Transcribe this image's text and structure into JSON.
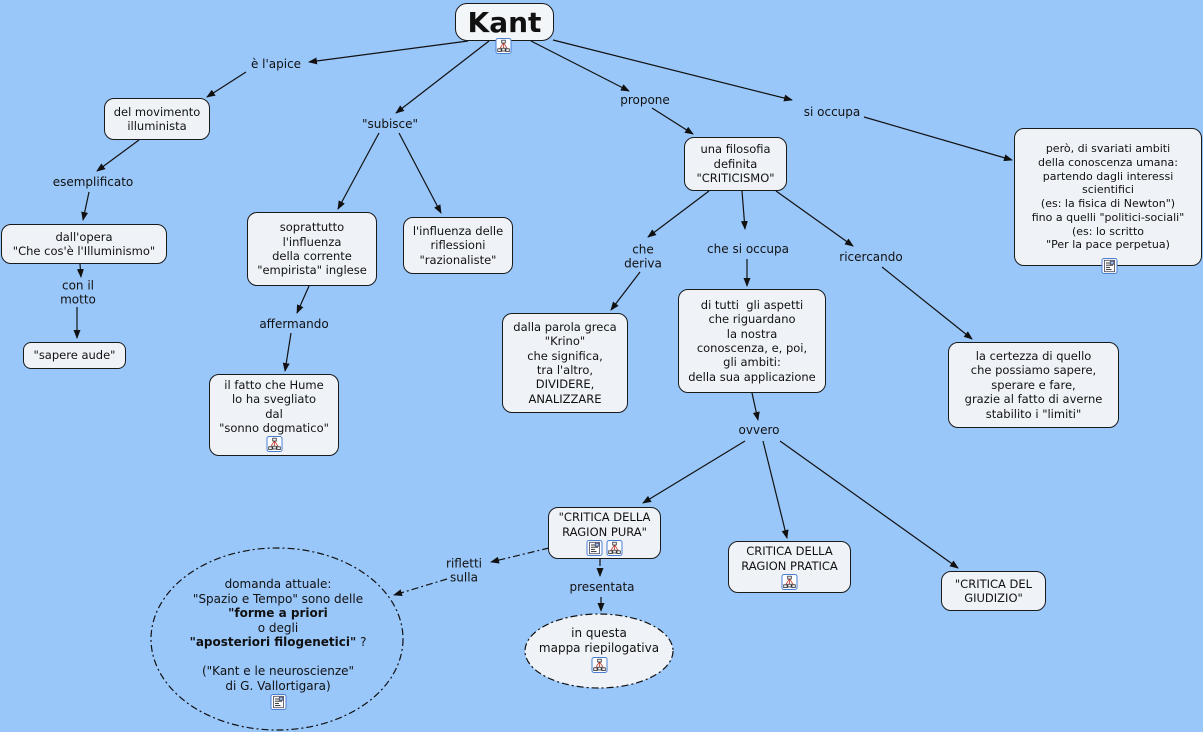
{
  "colors": {
    "background": "#9AC7FA",
    "node_fill": "#EFF3F7",
    "node_border": "#1A1A1A",
    "text": "#111111",
    "icon_frame": "#4A7FD4"
  },
  "icons": {
    "cmap": "concept-map-icon",
    "doc": "document-icon"
  },
  "concepts": {
    "kant": "Kant",
    "movimento": "del movimento\nilluminista",
    "opera": "dall'opera\n\"Che cos'è l'Illuminismo\"",
    "sapere": "\"sapere aude\"",
    "empirista": "soprattutto\nl'influenza\ndella corrente\n\"empirista\" inglese",
    "razionaliste": "l'influenza delle\nriflessioni\n\"razionaliste\"",
    "hume": "il fatto che Hume\nlo ha svegliato\ndal\n\"sonno dogmatico\"",
    "criticismo": "una filosofia\ndefinita\n\"CRITICISMO\"",
    "krino": "dalla parola greca\n\"Krino\"\nche significa,\ntra l'altro,\nDIVIDERE,\nANALIZZARE",
    "aspetti": "di tutti  gli aspetti\nche riguardano\nla nostra\nconoscenza, e, poi,\ngli ambiti:\ndella sua applicazione",
    "ambiti": "però, di svariati ambiti\ndella conoscenza umana:\npartendo dagli interessi\nscientifici\n(es: la fisica di Newton\")\nfino a quelli \"politici-sociali\"\n(es: lo scritto\n\"Per la pace perpetua)",
    "certezza": "la certezza di quello\nche possiamo sapere,\nsperare e fare,\ngrazie al fatto di averne\nstabilito i \"limiti\"",
    "ragion_pura": "\"CRITICA DELLA\nRAGION PURA\"",
    "ragion_pratica": "CRITICA DELLA\nRAGION PRATICA",
    "giudizio": "\"CRITICA DEL\nGIUDIZIO\"",
    "mappa": "in questa\nmappa riepilogativa"
  },
  "linking_phrases": {
    "apice": "è l'apice",
    "esemplificato": "esemplificato",
    "motto": "con il\nmotto",
    "subisce": "\"subisce\"",
    "affermando": "affermando",
    "propone": "propone",
    "che_deriva": "che\nderiva",
    "che_si_occupa": "che si occupa",
    "ovvero": "ovvero",
    "si_occupa": "si occupa",
    "ricercando": "ricercando",
    "presentata": "presentata",
    "rifletti": "rifletti\nsulla"
  },
  "question_ellipse": {
    "line1": "domanda attuale:",
    "line2": "\"Spazio e Tempo\" sono delle",
    "line3_bold": "\"forme a priori",
    "line4": "o degli",
    "line5_bold": "\"aposteriori filogenetici\"",
    "line5_suffix": " ?",
    "line6": "(\"Kant e le neuroscienze\"",
    "line7": "di G. Vallortigara)"
  }
}
